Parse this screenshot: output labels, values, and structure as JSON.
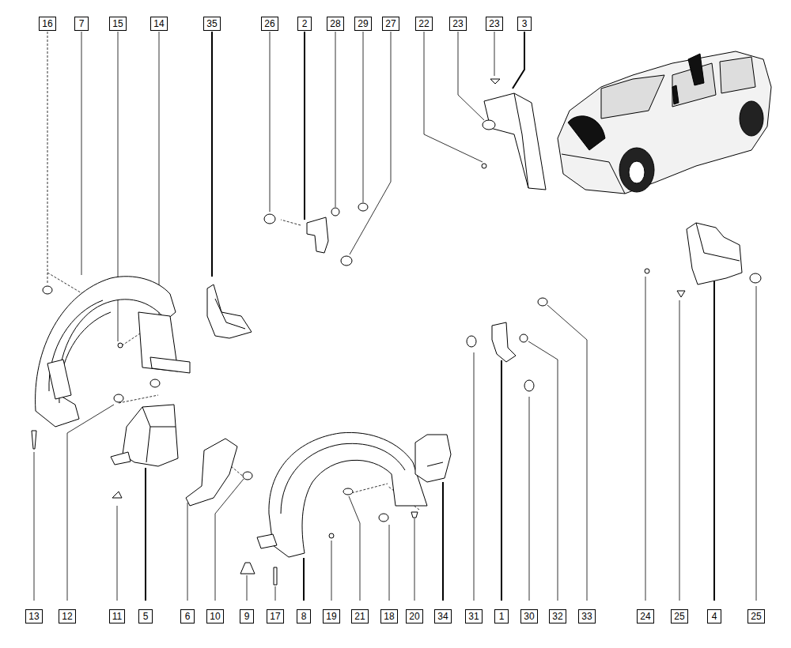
{
  "diagram": {
    "labels": [
      "16",
      "7",
      "15",
      "14",
      "35",
      "26",
      "2",
      "28",
      "29",
      "27",
      "22",
      "23",
      "23",
      "3",
      "13",
      "12",
      "11",
      "5",
      "6",
      "10",
      "9",
      "17",
      "8",
      "19",
      "21",
      "18",
      "20",
      "34",
      "31",
      "1",
      "30",
      "32",
      "33",
      "24",
      "25",
      "4",
      "25"
    ]
  }
}
